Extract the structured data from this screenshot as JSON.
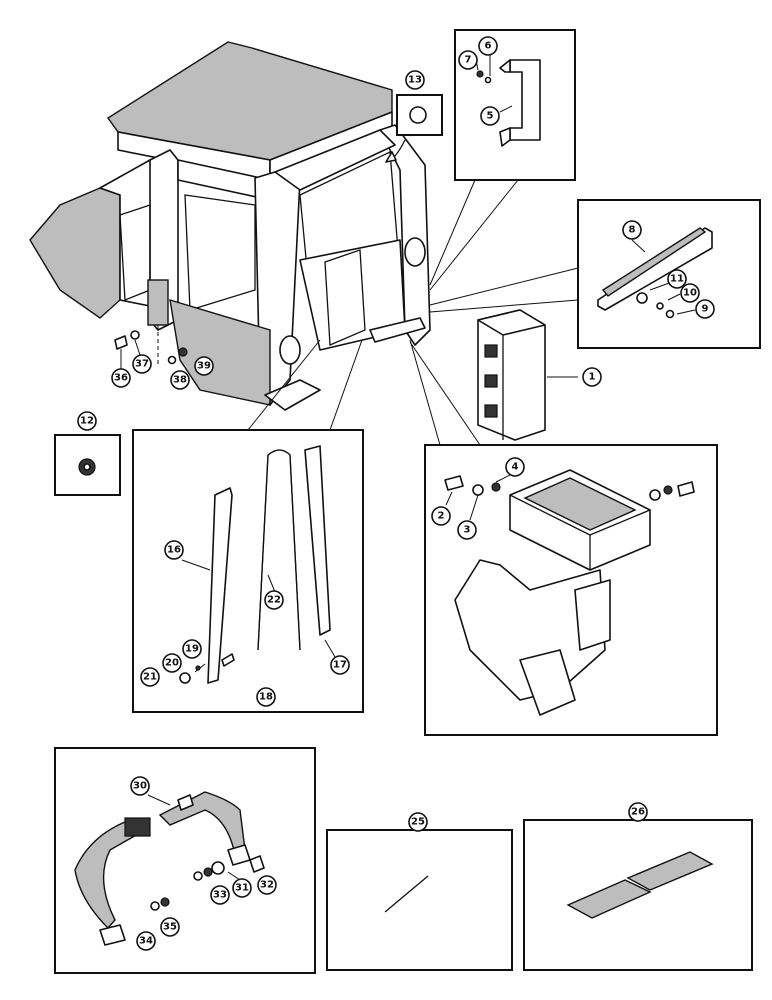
{
  "callouts": [
    "1",
    "2",
    "3",
    "4",
    "5",
    "6",
    "7",
    "8",
    "9",
    "10",
    "11",
    "12",
    "13",
    "16",
    "17",
    "18",
    "19",
    "20",
    "21",
    "22",
    "25",
    "26",
    "30",
    "31",
    "32",
    "33",
    "34",
    "35",
    "36",
    "37",
    "38",
    "39"
  ]
}
